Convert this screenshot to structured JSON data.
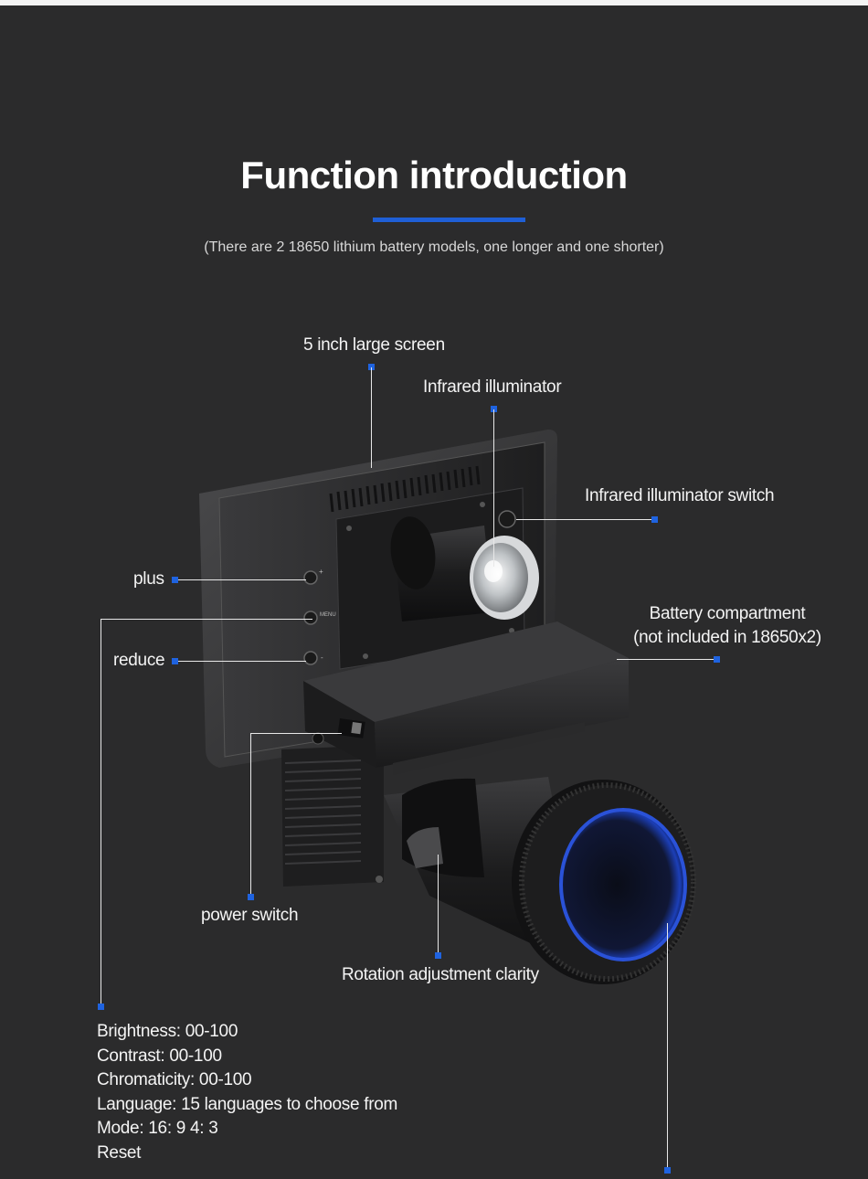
{
  "header": {
    "title": "Function introduction",
    "subtitle": "(There are 2 18650 lithium battery models, one longer and one shorter)"
  },
  "callouts": {
    "screen": "5 inch large screen",
    "infrared_illuminator": "Infrared illuminator",
    "infrared_switch": "Infrared illuminator switch",
    "plus": "plus",
    "reduce": "reduce",
    "battery_line1": "Battery compartment",
    "battery_line2": "(not included in 18650x2)",
    "power_switch": "power switch",
    "rotation": "Rotation adjustment clarity"
  },
  "device_markings": {
    "menu_button": "MENU",
    "plus_button": "+",
    "minus_button": "-"
  },
  "specs": [
    "Brightness: 00-100",
    "Contrast: 00-100",
    "Chromaticity: 00-100",
    "Language: 15 languages to choose from",
    "Mode: 16: 9 4: 3",
    "Reset"
  ],
  "colors": {
    "background": "#2b2b2c",
    "accent": "#1f5fd6",
    "lens_glow": "#1c3fb8"
  }
}
